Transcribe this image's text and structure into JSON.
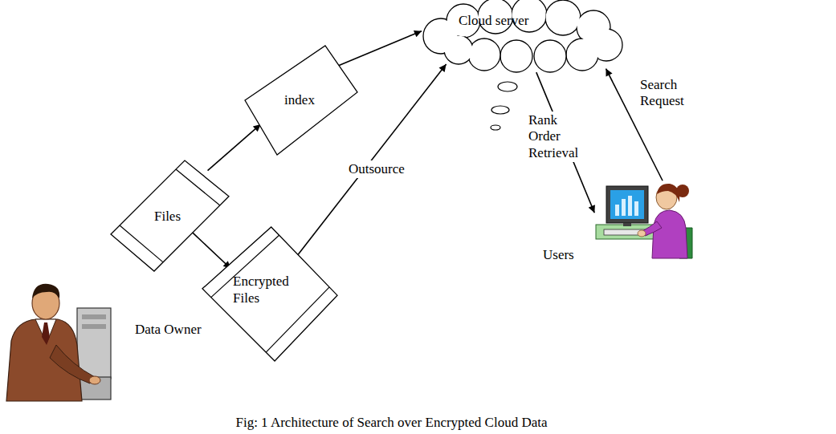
{
  "diagram": {
    "caption": "Fig: 1 Architecture of Search over Encrypted Cloud Data",
    "nodes": [
      {
        "text": [
          "Cloud server"
        ]
      },
      {
        "text": [
          "index"
        ]
      },
      {
        "text": [
          "Files"
        ]
      },
      {
        "text": [
          "Encrypted Files"
        ]
      },
      {
        "text": [
          "Users"
        ]
      }
    ],
    "edges": [
      {
        "from": 2,
        "to": 1,
        "arrow": "to"
      },
      {
        "from": 1,
        "to": 0,
        "arrow": "to"
      },
      {
        "from": 2,
        "to": 3,
        "arrow": "to"
      },
      {
        "from": 3,
        "to": 0,
        "arrow": "to",
        "label": "Outsource"
      },
      {
        "from": 0,
        "to": 4,
        "arrow": "to",
        "label": "Rank Order Retrieval"
      },
      {
        "from": 4,
        "to": 0,
        "arrow": "to",
        "label": "Search Request"
      }
    ],
    "labels": [
      "Data Owner"
    ]
  }
}
